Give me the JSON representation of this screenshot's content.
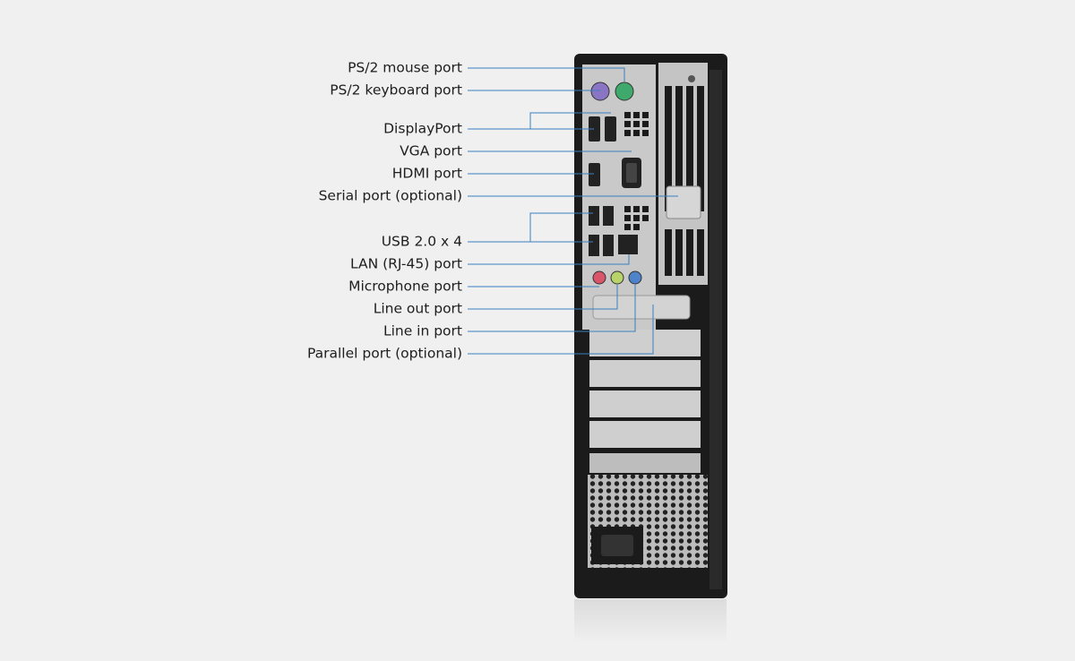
{
  "callouts": [
    {
      "id": "ps2-mouse",
      "label": "PS/2 mouse port"
    },
    {
      "id": "ps2-keyboard",
      "label": "PS/2 keyboard port"
    },
    {
      "id": "displayport",
      "label": "DisplayPort"
    },
    {
      "id": "vga",
      "label": "VGA port"
    },
    {
      "id": "hdmi",
      "label": "HDMI port"
    },
    {
      "id": "serial",
      "label": "Serial port (optional)"
    },
    {
      "id": "usb",
      "label": "USB 2.0 x 4"
    },
    {
      "id": "lan",
      "label": "LAN (RJ-45) port"
    },
    {
      "id": "microphone",
      "label": "Microphone port"
    },
    {
      "id": "line-out",
      "label": "Line out port"
    },
    {
      "id": "line-in",
      "label": "Line in port"
    },
    {
      "id": "parallel",
      "label": "Parallel port (optional)"
    }
  ],
  "colors": {
    "background": "#f0f0f0",
    "leader": "#3a7fc0",
    "chassis": "#1b1b1b",
    "panel": "#c9c9c9",
    "ps2_mouse": "#3fa96b",
    "ps2_keyboard": "#8a74c4",
    "mic": "#d9566a",
    "line_out": "#b7d36a",
    "line_in": "#4d83c9"
  }
}
